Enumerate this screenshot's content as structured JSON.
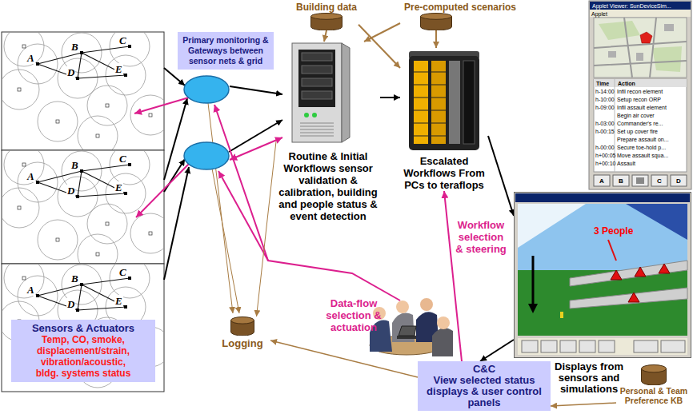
{
  "diagram": {
    "nodes": [
      {
        "text": [
          "Primary monitoring & Gateways between sensor nets & grid"
        ]
      },
      {
        "text": [
          "Building data"
        ]
      },
      {
        "text": [
          "Pre-computed scenarios"
        ]
      },
      {
        "text": [
          "Routine & Initial Workflows sensor validation & calibration, building and people status & event detection"
        ]
      },
      {
        "text": [
          "Escalated Workflows From PCs to teraflops"
        ]
      },
      {
        "text": [
          "Displays from sensors and simulations"
        ]
      },
      {
        "text": [
          "Logging"
        ]
      },
      {
        "text": [
          "C&C",
          "View selected status displays & user control panels"
        ]
      },
      {
        "text": [
          "Personal & Team Preference KB"
        ]
      },
      {
        "text": [
          "Sensors & Actuators",
          "Temp, CO, smoke, displacement/strain, vibration/acoustic, bldg. systems status"
        ]
      }
    ],
    "edges": [
      {
        "from": 1,
        "to": 3,
        "arrow": "to"
      },
      {
        "from": 1,
        "to": 4,
        "arrow": "to"
      },
      {
        "from": 2,
        "to": 4,
        "arrow": "to"
      },
      {
        "from": 2,
        "to": 3,
        "arrow": "to"
      },
      {
        "from": 3,
        "to": 4,
        "arrow": "to"
      },
      {
        "from": 4,
        "to": 5,
        "arrow": "to"
      },
      {
        "from": 7,
        "to": 4,
        "label": "Workflow selection & steering",
        "arrow": "to"
      },
      {
        "from": 5,
        "to": 7,
        "arrow": "to"
      },
      {
        "from": 8,
        "to": 7,
        "arrow": "to"
      },
      {
        "from": 3,
        "to": 6,
        "arrow": "to"
      },
      {
        "from": 7,
        "to": 6,
        "arrow": "to"
      }
    ],
    "labels": [
      "A",
      "B",
      "C",
      "D",
      "E",
      "A",
      "B",
      "C",
      "D",
      "E",
      "A",
      "B",
      "C",
      "D",
      "E",
      "Data-flow selection & actuation",
      "3 People",
      "Applet Viewer: SunDeviceSim...",
      "Applet",
      "Time",
      "Action",
      "h-14:00",
      "Infil recon element",
      "h-10:00",
      "Setup recon ORP",
      "h-09:00",
      "Infil assault element",
      "Begin air cover",
      "h-03:00",
      "Commander's re...",
      "h-00:15",
      "Set up cover fire",
      "Prepare assault on...",
      "h-00:00",
      "Secure toe-hold p...",
      "h+00:05",
      "Move assault squa...",
      "h+00:10",
      "Assault",
      "A",
      "B",
      "C",
      "D"
    ]
  }
}
